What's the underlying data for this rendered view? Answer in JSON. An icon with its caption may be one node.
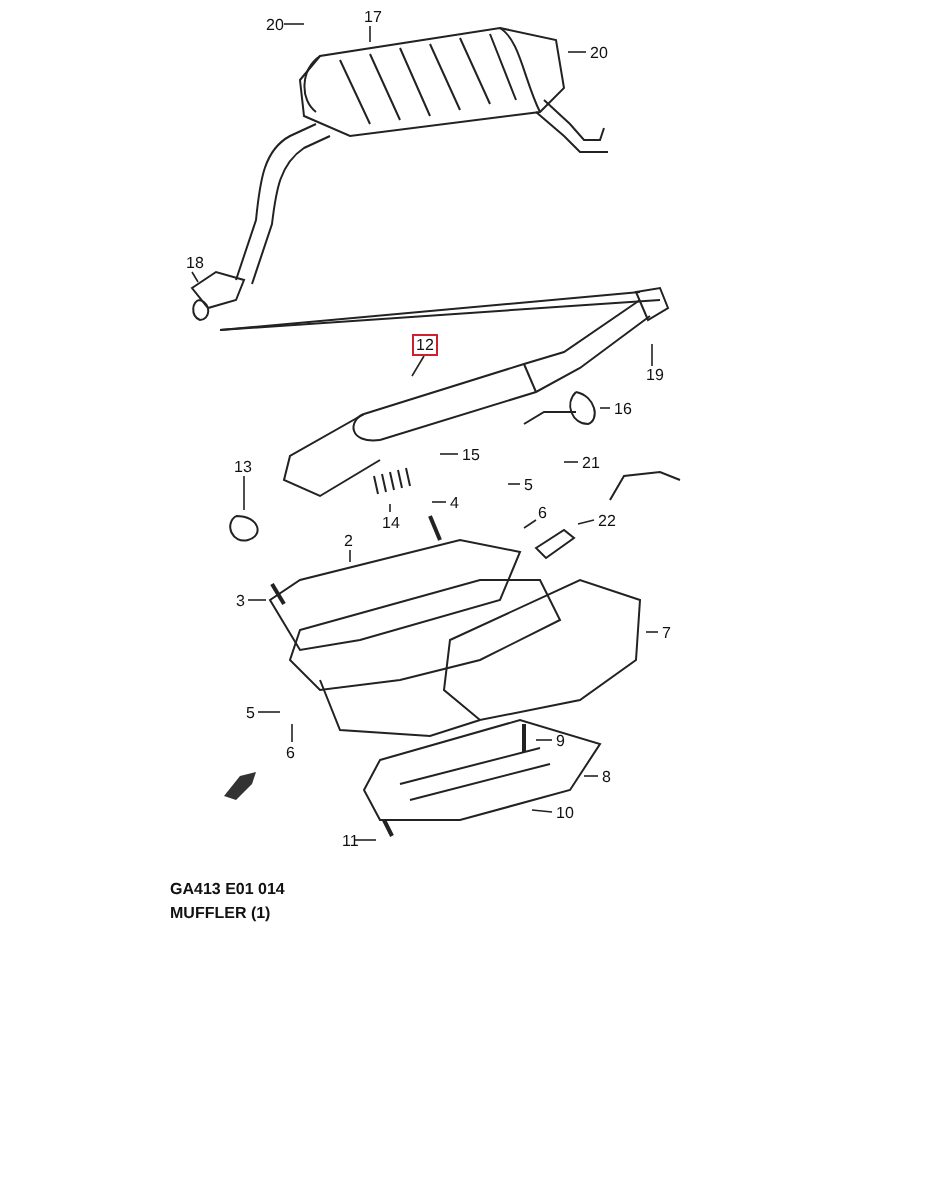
{
  "diagram": {
    "nodes": [
      {
        "text": [
          "20"
        ]
      },
      {
        "text": [
          "17"
        ]
      },
      {
        "text": [
          "20"
        ]
      },
      {
        "text": [
          "18"
        ]
      },
      {
        "text": [
          "12"
        ]
      },
      {
        "text": [
          "19"
        ]
      },
      {
        "text": [
          "16"
        ]
      },
      {
        "text": [
          "15"
        ]
      },
      {
        "text": [
          "13"
        ]
      },
      {
        "text": [
          "21"
        ]
      },
      {
        "text": [
          "5"
        ]
      },
      {
        "text": [
          "6"
        ]
      },
      {
        "text": [
          "14"
        ]
      },
      {
        "text": [
          "4"
        ]
      },
      {
        "text": [
          "22"
        ]
      },
      {
        "text": [
          "2"
        ]
      },
      {
        "text": [
          "3"
        ]
      },
      {
        "text": [
          "7"
        ]
      },
      {
        "text": [
          "5"
        ]
      },
      {
        "text": [
          "6"
        ]
      },
      {
        "text": [
          "9"
        ]
      },
      {
        "text": [
          "8"
        ]
      },
      {
        "text": [
          "10"
        ]
      },
      {
        "text": [
          "11"
        ]
      }
    ],
    "edges": [
      {
        "from": 0,
        "to": null,
        "arrow": "none"
      },
      {
        "from": 1,
        "to": null,
        "arrow": "none"
      },
      {
        "from": 2,
        "to": null,
        "arrow": "none"
      },
      {
        "from": 3,
        "to": null,
        "arrow": "none"
      },
      {
        "from": 4,
        "to": null,
        "arrow": "none"
      },
      {
        "from": 5,
        "to": null,
        "arrow": "none"
      },
      {
        "from": 6,
        "to": null,
        "arrow": "none"
      },
      {
        "from": 7,
        "to": null,
        "arrow": "none"
      },
      {
        "from": 8,
        "to": null,
        "arrow": "none"
      },
      {
        "from": 9,
        "to": null,
        "arrow": "none"
      },
      {
        "from": 10,
        "to": null,
        "arrow": "none"
      },
      {
        "from": 11,
        "to": null,
        "arrow": "none"
      },
      {
        "from": 12,
        "to": null,
        "arrow": "none"
      },
      {
        "from": 13,
        "to": null,
        "arrow": "none"
      },
      {
        "from": 14,
        "to": null,
        "arrow": "none"
      },
      {
        "from": 15,
        "to": null,
        "arrow": "none"
      },
      {
        "from": 16,
        "to": null,
        "arrow": "none"
      },
      {
        "from": 17,
        "to": null,
        "arrow": "none"
      },
      {
        "from": 18,
        "to": null,
        "arrow": "none"
      },
      {
        "from": 19,
        "to": null,
        "arrow": "none"
      },
      {
        "from": 20,
        "to": null,
        "arrow": "none"
      },
      {
        "from": 21,
        "to": null,
        "arrow": "none"
      },
      {
        "from": 22,
        "to": null,
        "arrow": "none"
      },
      {
        "from": 23,
        "to": null,
        "arrow": "none"
      }
    ],
    "labels": [
      "GA413 E01 014",
      "MUFFLER (1)"
    ]
  }
}
